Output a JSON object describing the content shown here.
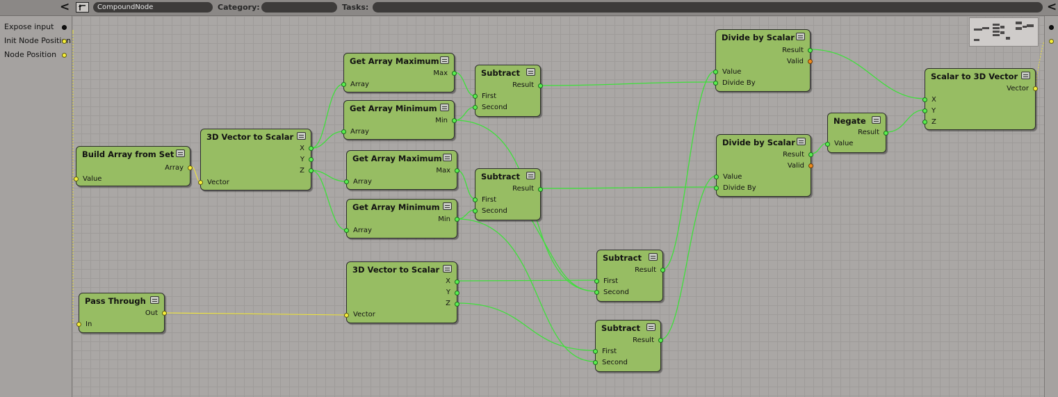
{
  "toolbar": {
    "back_glyph": "<",
    "node_name": "CompoundNode",
    "category_label": "Category:",
    "category_value": "",
    "tasks_label": "Tasks:",
    "tasks_value": "",
    "right_collapse_glyph": "<",
    "up_icon": "up-arrow-icon"
  },
  "left_panel": {
    "ports": [
      {
        "label": "Expose input",
        "type": "black"
      },
      {
        "label": "Init Node Position",
        "type": "yellow"
      },
      {
        "label": "Node Position",
        "type": "yellow"
      }
    ]
  },
  "nodes": {
    "build_array": {
      "title": "Build Array from Set",
      "out": [
        "Array"
      ],
      "in": [
        "Value"
      ]
    },
    "vec_to_scalar_1": {
      "title": "3D Vector to Scalar",
      "out": [
        "X",
        "Y",
        "Z"
      ],
      "in": [
        "Vector"
      ]
    },
    "get_max_1": {
      "title": "Get Array Maximum",
      "out": [
        "Max"
      ],
      "in": [
        "Array"
      ]
    },
    "get_min_1": {
      "title": "Get Array Minimum",
      "out": [
        "Min"
      ],
      "in": [
        "Array"
      ]
    },
    "get_max_2": {
      "title": "Get Array Maximum",
      "out": [
        "Max"
      ],
      "in": [
        "Array"
      ]
    },
    "get_min_2": {
      "title": "Get Array Minimum",
      "out": [
        "Min"
      ],
      "in": [
        "Array"
      ]
    },
    "subtract_1": {
      "title": "Subtract",
      "out": [
        "Result"
      ],
      "in": [
        "First",
        "Second"
      ]
    },
    "subtract_2": {
      "title": "Subtract",
      "out": [
        "Result"
      ],
      "in": [
        "First",
        "Second"
      ]
    },
    "subtract_3": {
      "title": "Subtract",
      "out": [
        "Result"
      ],
      "in": [
        "First",
        "Second"
      ]
    },
    "subtract_4": {
      "title": "Subtract",
      "out": [
        "Result"
      ],
      "in": [
        "First",
        "Second"
      ]
    },
    "divide_1": {
      "title": "Divide by Scalar",
      "out": [
        "Result",
        "Valid"
      ],
      "in": [
        "Value",
        "Divide By"
      ]
    },
    "divide_2": {
      "title": "Divide by Scalar",
      "out": [
        "Result",
        "Valid"
      ],
      "in": [
        "Value",
        "Divide By"
      ]
    },
    "negate": {
      "title": "Negate",
      "out": [
        "Result"
      ],
      "in": [
        "Value"
      ]
    },
    "scalar_to_vec": {
      "title": "Scalar to 3D Vector",
      "out": [
        "Vector"
      ],
      "in": [
        "X",
        "Y",
        "Z"
      ]
    },
    "pass_through": {
      "title": "Pass Through",
      "out": [
        "Out"
      ],
      "in": [
        "In"
      ]
    },
    "vec_to_scalar_2": {
      "title": "3D Vector to Scalar",
      "out": [
        "X",
        "Y",
        "Z"
      ],
      "in": [
        "Vector"
      ]
    }
  },
  "colors": {
    "node_fill": "#97bd63",
    "wire_green": "#3ee03a",
    "wire_yellow": "#efe43a",
    "port_valid": "#f08a1c"
  }
}
